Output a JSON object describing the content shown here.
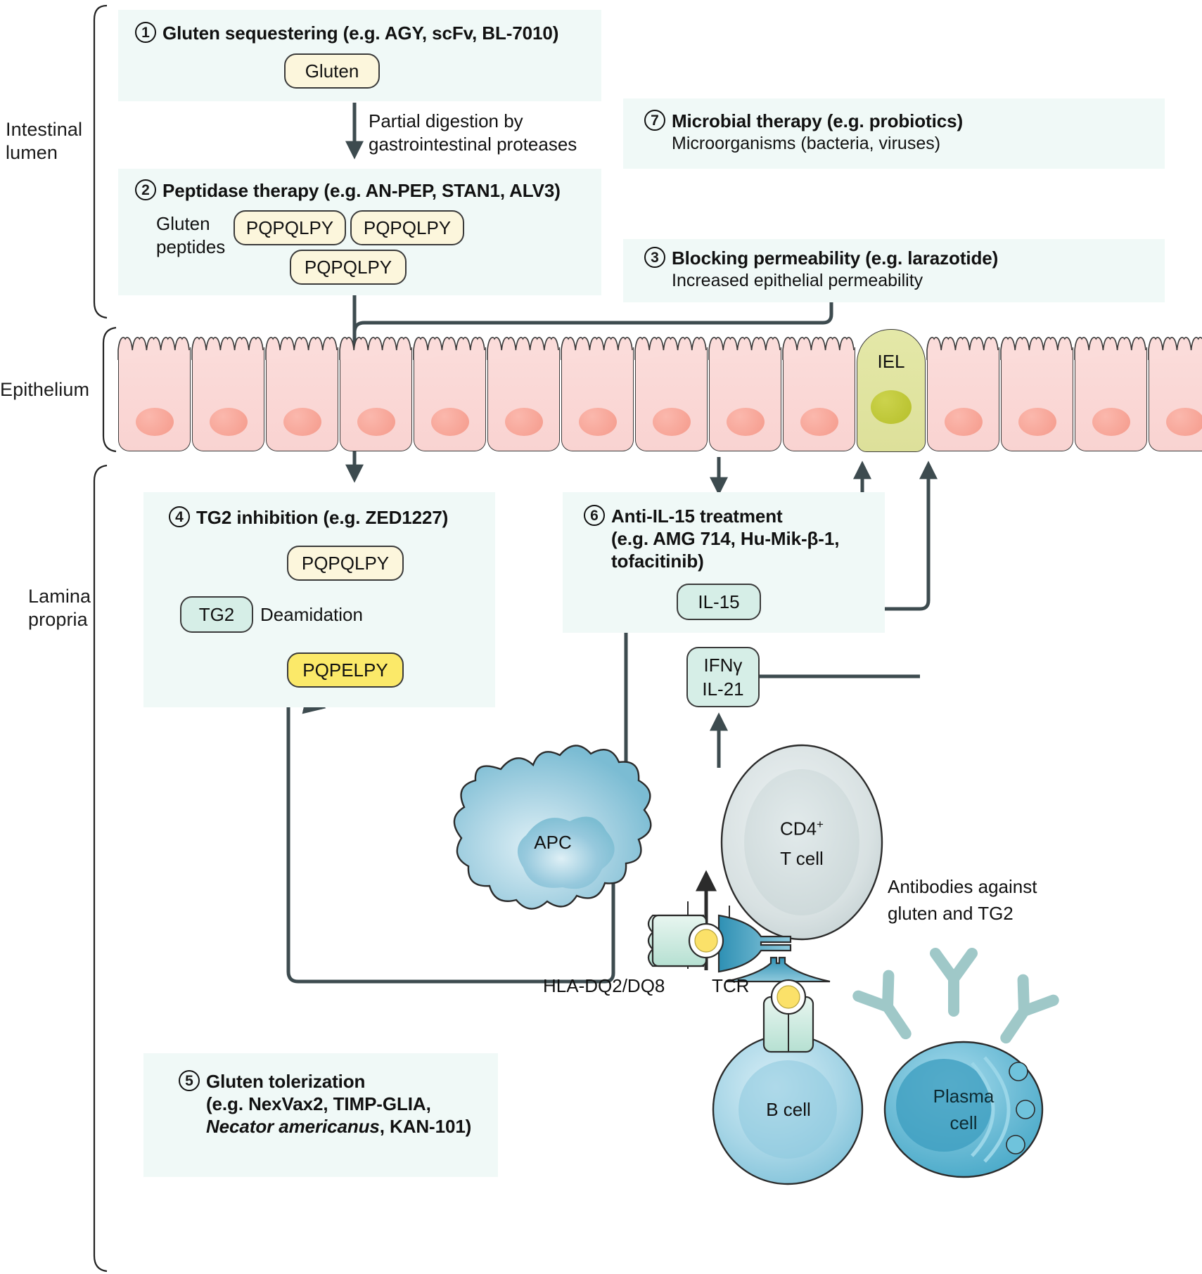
{
  "compartments": [
    {
      "id": "intestinal-lumen",
      "label": "Intestinal\nlumen",
      "line1": "Intestinal",
      "line2": "lumen"
    },
    {
      "id": "epithelium",
      "label": "Epithelium",
      "line1": "Epithelium",
      "line2": ""
    },
    {
      "id": "lamina-propria",
      "label": "Lamina\npropria",
      "line1": "Lamina",
      "line2": "propria"
    }
  ],
  "boxes": {
    "box1": {
      "number": "1",
      "title": "Gluten sequestering (e.g. AGY, scFv, BL-7010)",
      "subtitle": "",
      "pill": "Gluten"
    },
    "box2": {
      "number": "2",
      "title": "Peptidase therapy (e.g. AN-PEP, STAN1, ALV3)",
      "subtitle": "",
      "side_label_line1": "Gluten",
      "side_label_line2": "peptides",
      "peptides": [
        "PQPQLPY",
        "PQPQLPY",
        "PQPQLPY"
      ]
    },
    "box3": {
      "number": "3",
      "title": "Blocking permeability (e.g. larazotide)",
      "subtitle": "Increased epithelial permeability"
    },
    "box4": {
      "number": "4",
      "title": "TG2 inhibition (e.g. ZED1227)",
      "subtitle": "",
      "enzyme": "TG2",
      "reaction": "Deamidation",
      "substrate": "PQPQLPY",
      "product": "PQPELPY"
    },
    "box5": {
      "number": "5",
      "title_line1": "Gluten tolerization",
      "title_line2": "(e.g. NexVax2, TIMP-GLIA,",
      "title_line3_italic": "Necator americanus",
      "title_line3_rest": ", KAN-101)"
    },
    "box6": {
      "number": "6",
      "title_line1": "Anti-IL-15 treatment",
      "title_line2": "(e.g. AMG 714, Hu-Mik-β-1,",
      "title_line3": "tofacitinib)",
      "cytokine": "IL-15"
    },
    "box7": {
      "number": "7",
      "title": "Microbial therapy (e.g. probiotics)",
      "subtitle": "Microorganisms (bacteria, viruses)"
    }
  },
  "arrow_labels": {
    "digestion_line1": "Partial digestion by",
    "digestion_line2": "gastrointestinal proteases"
  },
  "cells": {
    "iel": "IEL",
    "apc": "APC",
    "tcell_line1": "CD4",
    "tcell_sup": "+",
    "tcell_line2": "T cell",
    "bcell": "B cell",
    "plasma_line1": "Plasma",
    "plasma_line2": "cell"
  },
  "annotations": {
    "hla": "HLA-DQ2/DQ8",
    "tcr": "TCR",
    "antibodies_line1": "Antibodies against",
    "antibodies_line2": "gluten and TG2"
  },
  "cytokine_box": {
    "line1": "IFNγ",
    "line2": "IL-21"
  },
  "colors": {
    "box_tint": "#f0f9f7",
    "peptide_pale": "#fcf6dc",
    "peptide_bright": "#fbe969",
    "mint": "#d6eee7",
    "epithelium_pink": "#fbdcda",
    "epithelium_nucleus": "#f6a092",
    "iel_yellow": "#dde09a",
    "iel_nucleus": "#b9c22f",
    "apc_blue": "#8cc6da",
    "tcell_grey": "#d3dcdd",
    "bcell_blue": "#9ccfe0",
    "plasma_blue": "#5bb4cf",
    "stroke": "#3d4b4f",
    "antibody_teal": "#9fc8c8"
  }
}
